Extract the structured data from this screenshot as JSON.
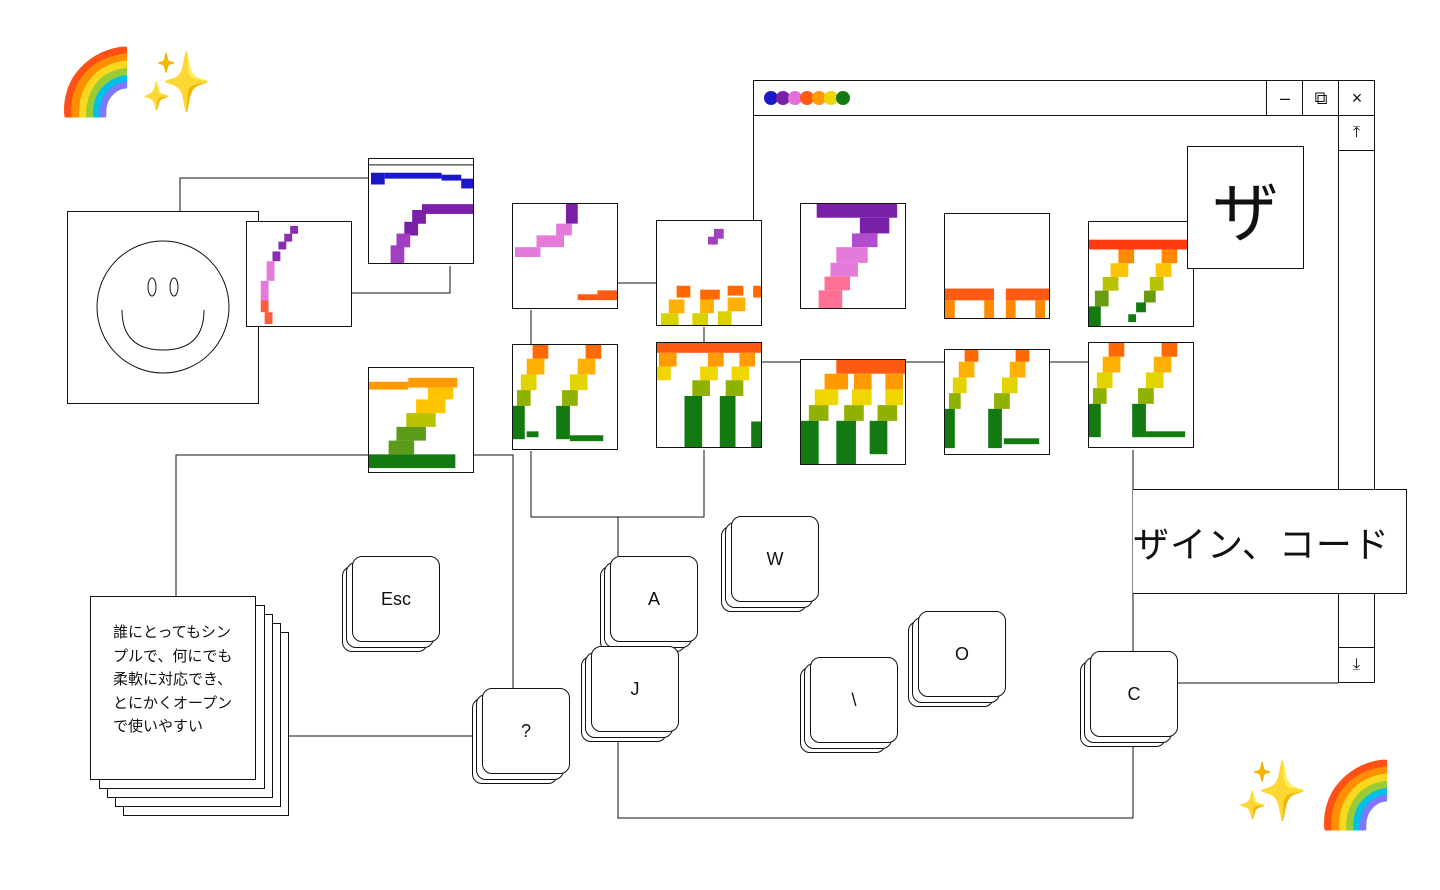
{
  "window": {
    "traffic_dots": [
      "#1b18c9",
      "#7a1fa8",
      "#e36fd8",
      "#ff5a12",
      "#ff9a00",
      "#f0d600",
      "#137a12"
    ],
    "minimize_glyph": "–",
    "restore_glyph": "⧉",
    "close_glyph": "×",
    "scroll_top_glyph": "⤒",
    "scroll_bottom_glyph": "⤓"
  },
  "emoji": {
    "rainbow": "🌈",
    "sparkles": "✨"
  },
  "big_glyph": "ザ",
  "slogan": "ザイン、コード",
  "paper_note": "誰にとってもシンプルで、何にでも柔軟に対応でき、とにかくオープンで使いやすい",
  "keys": [
    "Esc",
    "A",
    "W",
    "J",
    "?",
    "\\",
    "O",
    "C"
  ],
  "icons": {
    "smiley": "smiley-face-icon"
  }
}
